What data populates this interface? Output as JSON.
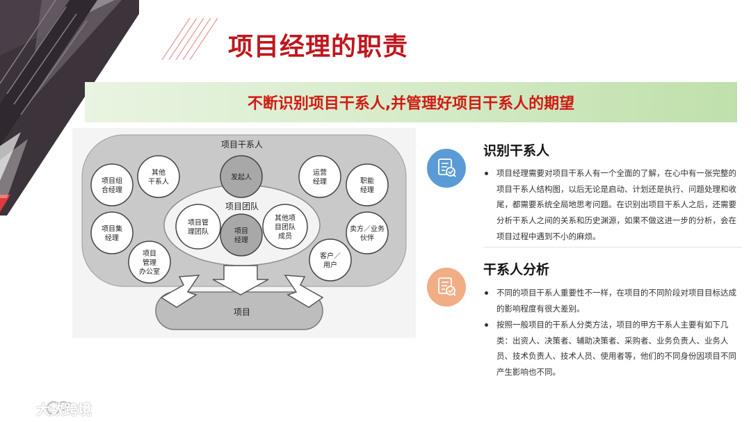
{
  "title": "项目经理的职责",
  "banner": "不断识别项目干系人,并管理好项目干系人的期望",
  "diagram": {
    "outer_label": "项目干系人",
    "inner_label": "项目团队",
    "bottom_label": "项目",
    "circles": {
      "portfolio": [
        "项目组",
        "合经理"
      ],
      "other_stakeholders": [
        "其他",
        "干系人"
      ],
      "sponsor": [
        "发起人"
      ],
      "operations": [
        "运营",
        "经理"
      ],
      "functional": [
        "职能",
        "经理"
      ],
      "program": [
        "项目集",
        "经理"
      ],
      "pmo": [
        "项目",
        "管理",
        "办公室"
      ],
      "pm_team": [
        "项目管",
        "理团队"
      ],
      "pm": [
        "项目",
        "经理"
      ],
      "other_team": [
        "其他项",
        "目团队",
        "成员"
      ],
      "seller": [
        "卖方／业务",
        "伙伴"
      ],
      "customer": [
        "客户／",
        "用户"
      ]
    }
  },
  "sections": [
    {
      "title": "识别干系人",
      "icon": "document-check-icon",
      "icon_color": "#5b9bd5",
      "bullets": [
        "项目经理需要对项目干系人有一个全面的了解，在心中有一张完整的项目干系人结构图，以后无论是启动、计划还是执行、问题处理和收尾，都需要系统全局地思考问题。在识别出项目干系人之后，还需要分析干系人之间的关系和历史渊源，如果不做这进一步的分析，会在项目过程中遇到不小的麻烦。"
      ]
    },
    {
      "title": "干系人分析",
      "icon": "document-check-icon",
      "icon_color": "#f0ad86",
      "bullets": [
        "不同的项目干系人重要性不一样，在项目的不同阶段对项目目标达成的影响程度有很大差别。",
        "按照一般项目的干系人分类方法，项目的甲方干系人主要有如下几类：出资人、决策者、辅助决策者、采购者、业务负责人、业务人员、技术负责人、技术人员、使用者等，他们的不同身份因项目不同产生影响也不同。"
      ]
    }
  ],
  "watermark": "大数跨境",
  "colors": {
    "title": "#c0161d",
    "banner_text": "#d11a14",
    "banner_bg": "#d6ebc8"
  }
}
